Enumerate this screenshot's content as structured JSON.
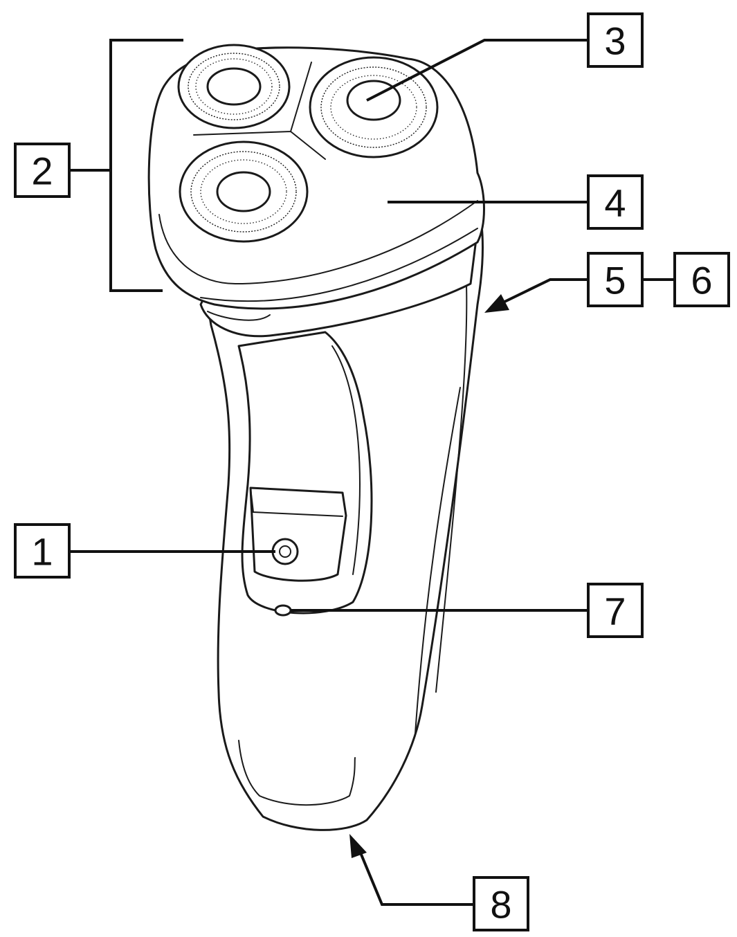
{
  "figure": {
    "callouts": [
      {
        "id": "1",
        "text": "1"
      },
      {
        "id": "2",
        "text": "2"
      },
      {
        "id": "3",
        "text": "3"
      },
      {
        "id": "4",
        "text": "4"
      },
      {
        "id": "5",
        "text": "5"
      },
      {
        "id": "6",
        "text": "6"
      },
      {
        "id": "7",
        "text": "7"
      },
      {
        "id": "8",
        "text": "8"
      }
    ]
  },
  "colors": {
    "line": "#111111",
    "background": "#ffffff"
  }
}
